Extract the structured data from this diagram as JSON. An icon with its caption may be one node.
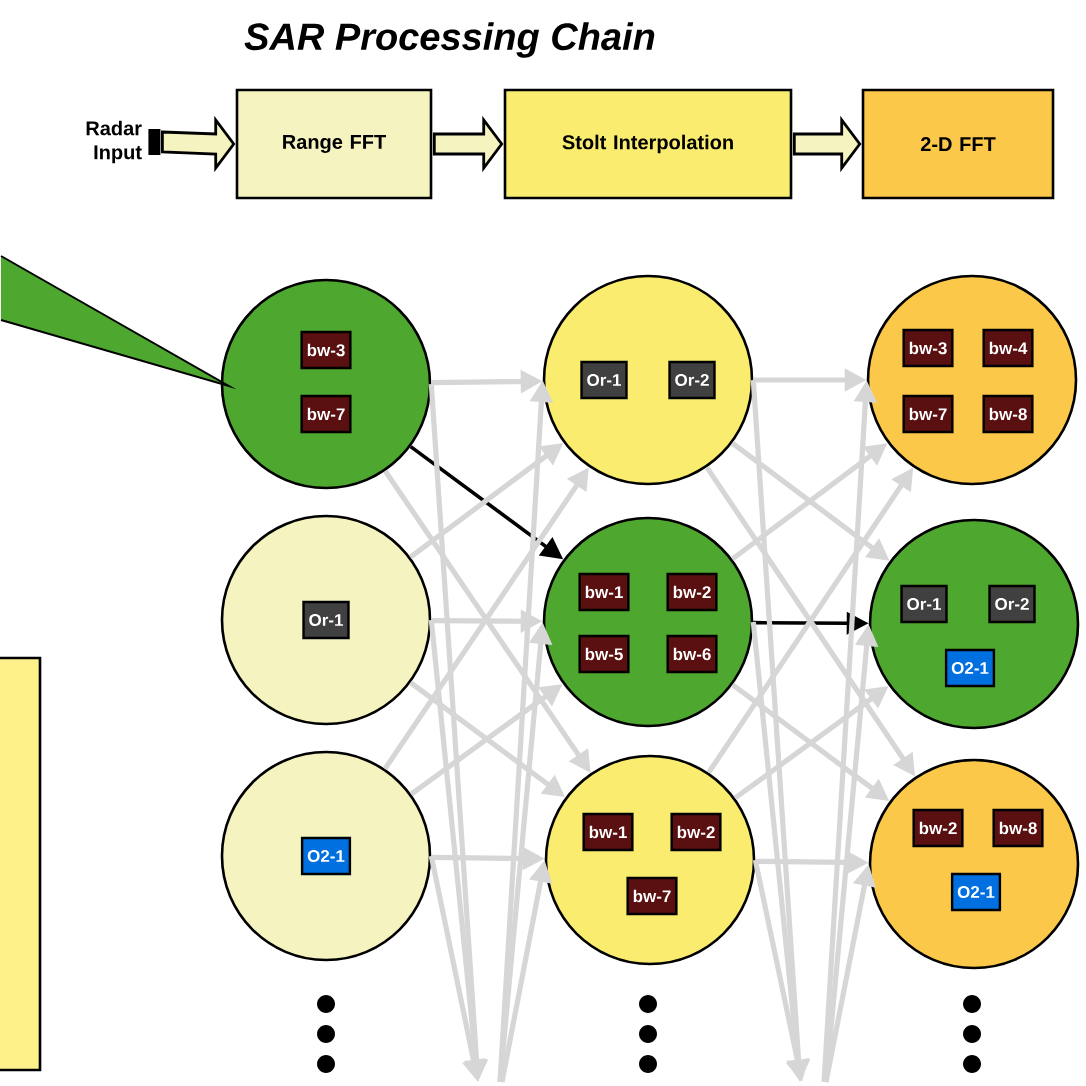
{
  "diagram": {
    "title": "SAR Processing Chain",
    "nodes": [
      {
        "text": [
          "Radar Input"
        ]
      },
      {
        "text": [
          "Range FFT"
        ]
      },
      {
        "text": [
          "Stolt Interpolation"
        ]
      },
      {
        "text": [
          "2-D FFT"
        ]
      },
      {
        "text": [],
        "shape": "box"
      },
      {
        "text": [],
        "shape": "circle"
      },
      {
        "text": [
          "bw-3"
        ],
        "in": 5
      },
      {
        "text": [
          "bw-7"
        ],
        "in": 5
      },
      {
        "text": [],
        "shape": "circle"
      },
      {
        "text": [
          "Or-1"
        ],
        "in": 8
      },
      {
        "text": [],
        "shape": "circle"
      },
      {
        "text": [
          "O2-1"
        ],
        "in": 10
      },
      {
        "text": [],
        "shape": "circle"
      },
      {
        "text": [
          "Or-1"
        ],
        "in": 12
      },
      {
        "text": [
          "Or-2"
        ],
        "in": 12
      },
      {
        "text": [],
        "shape": "circle"
      },
      {
        "text": [
          "bw-1"
        ],
        "in": 15
      },
      {
        "text": [
          "bw-2"
        ],
        "in": 15
      },
      {
        "text": [
          "bw-5"
        ],
        "in": 15
      },
      {
        "text": [
          "bw-6"
        ],
        "in": 15
      },
      {
        "text": [],
        "shape": "circle"
      },
      {
        "text": [
          "bw-1"
        ],
        "in": 20
      },
      {
        "text": [
          "bw-2"
        ],
        "in": 20
      },
      {
        "text": [
          "bw-7"
        ],
        "in": 20
      },
      {
        "text": [],
        "shape": "circle"
      },
      {
        "text": [
          "bw-3"
        ],
        "in": 24
      },
      {
        "text": [
          "bw-4"
        ],
        "in": 24
      },
      {
        "text": [
          "bw-7"
        ],
        "in": 24
      },
      {
        "text": [
          "bw-8"
        ],
        "in": 24
      },
      {
        "text": [],
        "shape": "circle"
      },
      {
        "text": [
          "Or-1"
        ],
        "in": 29
      },
      {
        "text": [
          "Or-2"
        ],
        "in": 29
      },
      {
        "text": [
          "O2-1"
        ],
        "in": 29
      },
      {
        "text": [],
        "shape": "circle"
      },
      {
        "text": [
          "bw-2"
        ],
        "in": 33
      },
      {
        "text": [
          "bw-8"
        ],
        "in": 33
      },
      {
        "text": [
          "O2-1"
        ],
        "in": 33
      }
    ],
    "edges": [
      {
        "from": 0,
        "to": 1,
        "arrow": "to",
        "color": "#f5f3c0"
      },
      {
        "from": 1,
        "to": 2,
        "arrow": "to",
        "color": "#f5f3c0"
      },
      {
        "from": 2,
        "to": 3,
        "arrow": "to",
        "color": "#f5f3c0"
      },
      {
        "from": 5,
        "to": 15,
        "arrow": "to",
        "color": "#000000"
      },
      {
        "from": 15,
        "to": 29,
        "arrow": "to",
        "color": "#000000"
      },
      {
        "from": 5,
        "to": 12,
        "arrow": "to"
      },
      {
        "from": 5,
        "to": 20,
        "arrow": "to"
      },
      {
        "from": 8,
        "to": 12,
        "arrow": "to"
      },
      {
        "from": 8,
        "to": 15,
        "arrow": "to"
      },
      {
        "from": 8,
        "to": 20,
        "arrow": "to"
      },
      {
        "from": 10,
        "to": 12,
        "arrow": "to"
      },
      {
        "from": 10,
        "to": 15,
        "arrow": "to"
      },
      {
        "from": 10,
        "to": 20,
        "arrow": "to"
      },
      {
        "from": 12,
        "to": 24,
        "arrow": "to"
      },
      {
        "from": 12,
        "to": 29,
        "arrow": "to"
      },
      {
        "from": 12,
        "to": 33,
        "arrow": "to"
      },
      {
        "from": 15,
        "to": 24,
        "arrow": "to"
      },
      {
        "from": 15,
        "to": 33,
        "arrow": "to"
      },
      {
        "from": 20,
        "to": 24,
        "arrow": "to"
      },
      {
        "from": 20,
        "to": 29,
        "arrow": "to"
      },
      {
        "from": 20,
        "to": 33,
        "arrow": "to"
      },
      {
        "from": 5,
        "to": null,
        "arrow": "to"
      },
      {
        "from": 8,
        "to": null,
        "arrow": "to"
      },
      {
        "from": 10,
        "to": null,
        "arrow": "to"
      },
      {
        "from": null,
        "to": 12,
        "arrow": "to"
      },
      {
        "from": null,
        "to": 15,
        "arrow": "to"
      },
      {
        "from": null,
        "to": 20,
        "arrow": "to"
      },
      {
        "from": 12,
        "to": null,
        "arrow": "to"
      },
      {
        "from": 15,
        "to": null,
        "arrow": "to"
      },
      {
        "from": 20,
        "to": null,
        "arrow": "to"
      },
      {
        "from": null,
        "to": 24,
        "arrow": "to"
      },
      {
        "from": null,
        "to": 29,
        "arrow": "to"
      },
      {
        "from": null,
        "to": 33,
        "arrow": "to"
      }
    ]
  }
}
